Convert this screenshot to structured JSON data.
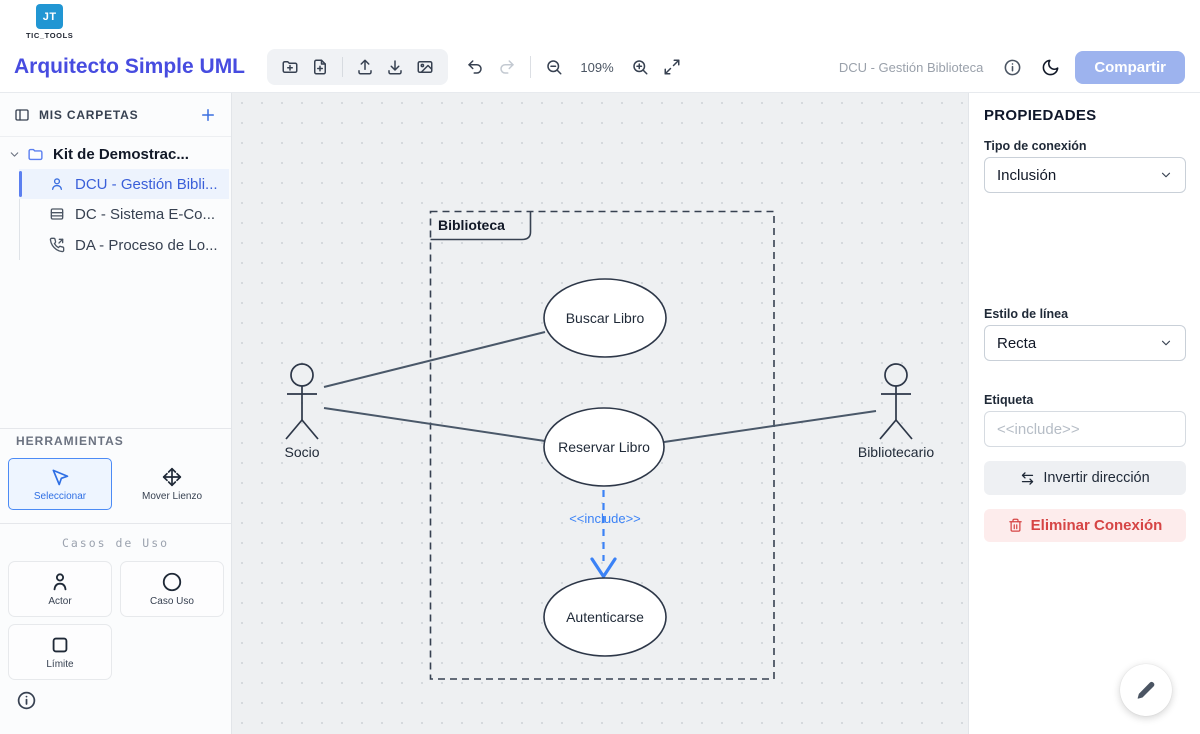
{
  "header": {
    "logo_glyph": "JT",
    "logo_text": "TIC_TOOLS",
    "title": "Arquitecto Simple UML",
    "zoom_level": "109%",
    "doc_name": "DCU - Gestión Biblioteca",
    "share_label": "Compartir"
  },
  "sidebar": {
    "folders_title": "MIS CARPETAS",
    "tree": {
      "folder_label": "Kit de Demostrac...",
      "items": [
        {
          "label": "DCU - Gestión Bibli...",
          "selected": true
        },
        {
          "label": "DC - Sistema E-Co...",
          "selected": false
        },
        {
          "label": "DA - Proceso de Lo...",
          "selected": false
        }
      ]
    },
    "tools_title": "HERRAMIENTAS",
    "tools": [
      {
        "label": "Seleccionar",
        "selected": true
      },
      {
        "label": "Mover Lienzo",
        "selected": false
      }
    ],
    "section_title": "Casos de Uso",
    "shapes": [
      {
        "label": "Actor"
      },
      {
        "label": "Caso Uso"
      },
      {
        "label": "Límite"
      }
    ]
  },
  "canvas": {
    "boundary_label": "Biblioteca",
    "use_cases": [
      "Buscar Libro",
      "Reservar Libro",
      "Autenticarse"
    ],
    "actors": [
      "Socio",
      "Bibliotecario"
    ],
    "include_label": "<<include>>"
  },
  "properties": {
    "title": "PROPIEDADES",
    "connection_type_label": "Tipo de conexión",
    "connection_type_value": "Inclusión",
    "line_style_label": "Estilo de línea",
    "line_style_value": "Recta",
    "etiqueta_label": "Etiqueta",
    "etiqueta_placeholder": "<<include>>",
    "invert_label": "Invertir dirección",
    "delete_label": "Eliminar Conexión"
  },
  "colors": {
    "brand_indigo": "#474ce0",
    "logo_blue": "#2196d3",
    "accent_blue": "#3b82f6",
    "share_button_bg": "#9db3ee",
    "delete_red": "#d64545",
    "delete_bg": "#fdecec",
    "selected_item_blue": "#3a5fd9"
  }
}
